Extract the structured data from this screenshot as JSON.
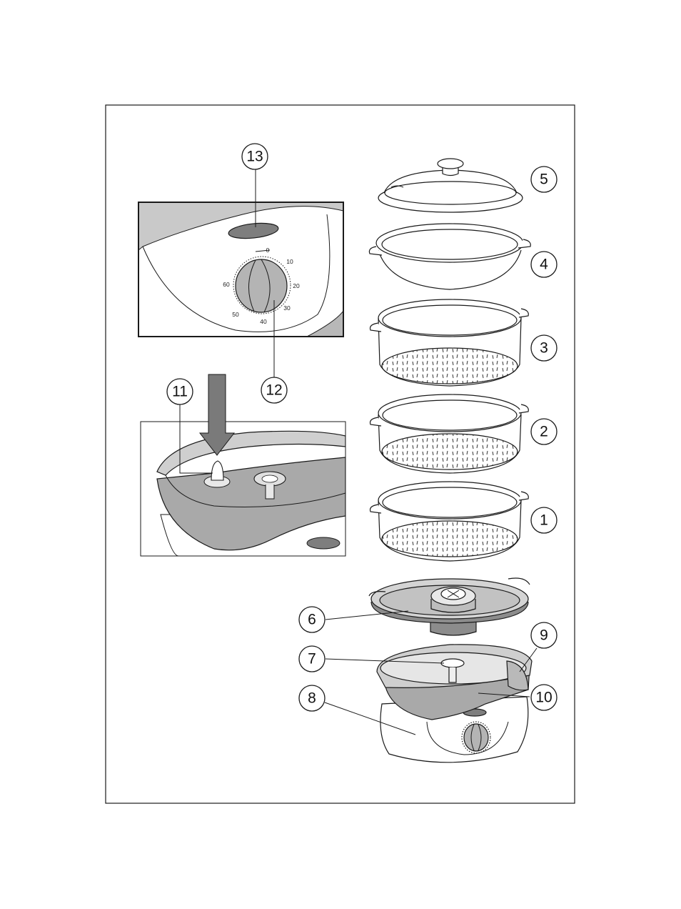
{
  "callouts": {
    "n1": "1",
    "n2": "2",
    "n3": "3",
    "n4": "4",
    "n5": "5",
    "n6": "6",
    "n7": "7",
    "n8": "8",
    "n9": "9",
    "n10": "10",
    "n11": "11",
    "n12": "12",
    "n13": "13"
  },
  "timer_dial": {
    "t0": "0",
    "t10": "10",
    "t20": "20",
    "t30": "30",
    "t40": "40",
    "t50": "50",
    "t60": "60"
  },
  "colors": {
    "outline": "#1a1a1a",
    "shade_dark": "#8c8c8c",
    "shade_mid": "#a9a9a9",
    "shade_light": "#d4d4d4",
    "paper": "#ffffff"
  },
  "icons": {
    "arrow": "down-arrow-icon"
  }
}
